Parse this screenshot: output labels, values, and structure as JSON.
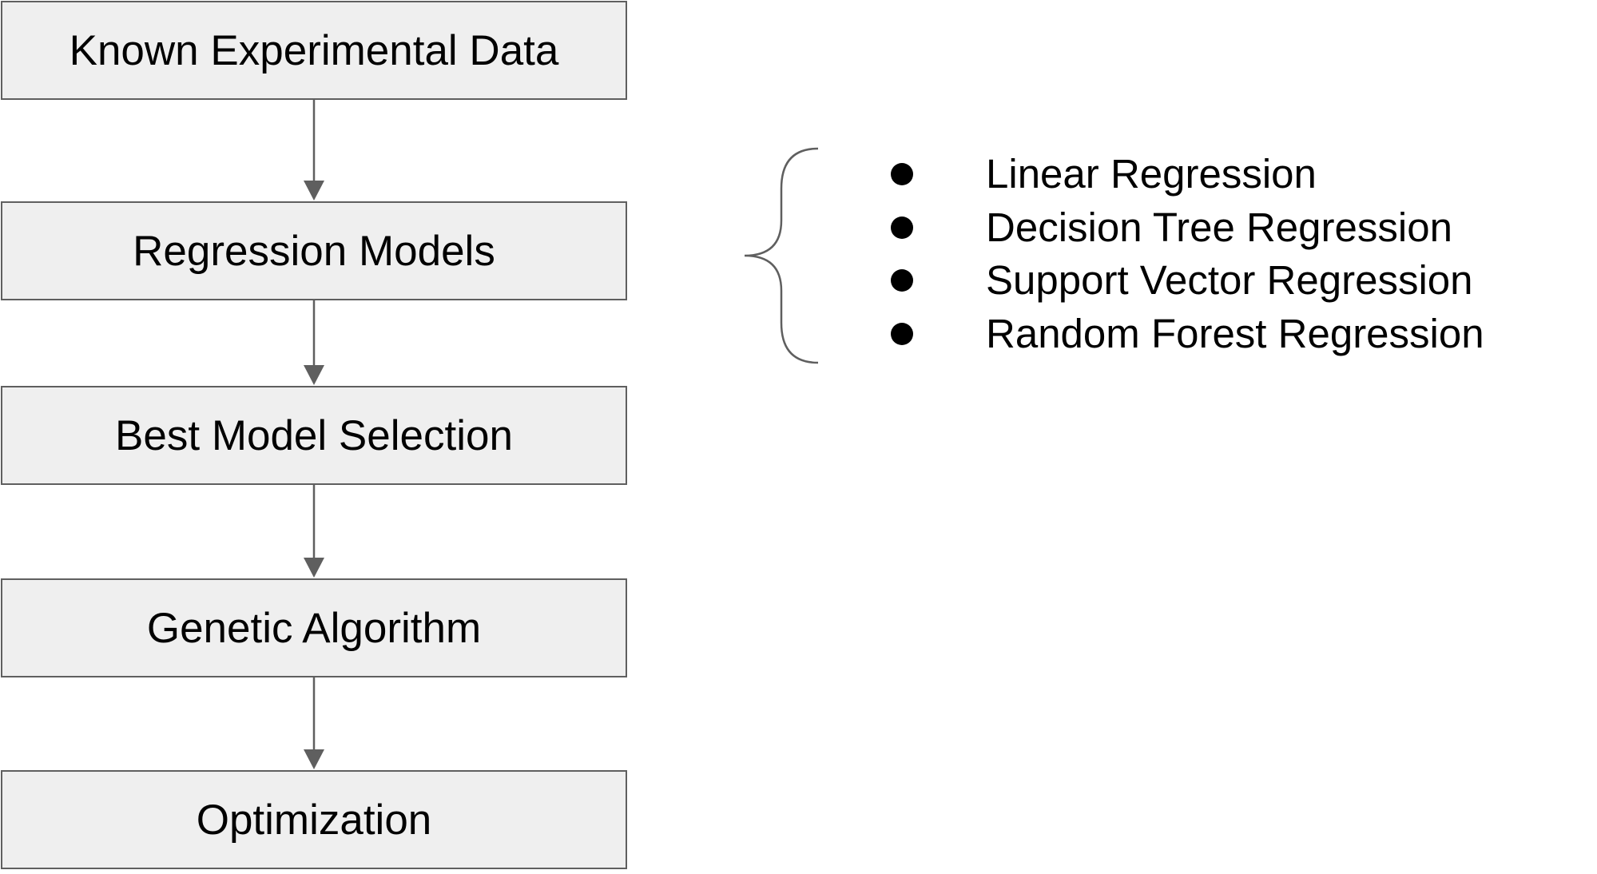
{
  "flow": {
    "steps": [
      {
        "label": "Known Experimental Data"
      },
      {
        "label": "Regression Models"
      },
      {
        "label": "Best Model Selection"
      },
      {
        "label": "Genetic Algorithm"
      },
      {
        "label": "Optimization"
      }
    ]
  },
  "models": {
    "items": [
      {
        "label": "Linear Regression"
      },
      {
        "label": "Decision Tree Regression"
      },
      {
        "label": "Support Vector Regression"
      },
      {
        "label": "Random Forest Regression"
      }
    ]
  },
  "colors": {
    "box_fill": "#efefef",
    "box_border": "#5f5f5f",
    "connector": "#5f5f5f",
    "brace": "#5f5f5f",
    "text": "#000000"
  }
}
